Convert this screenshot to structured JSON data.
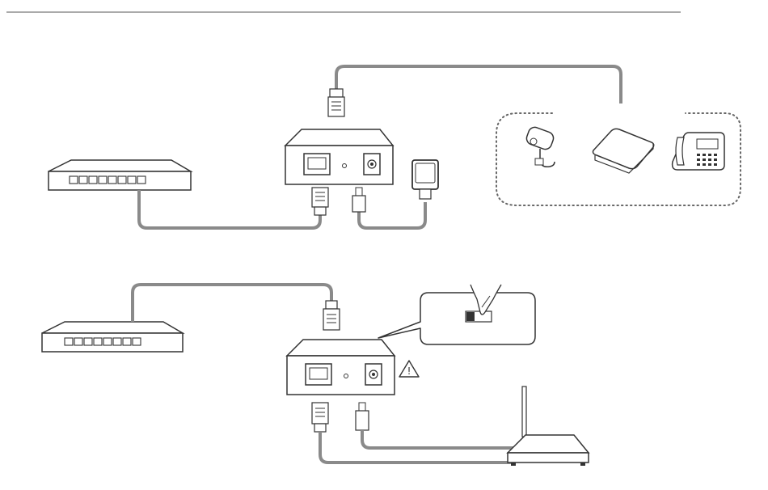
{
  "diagram": {
    "top_scenario": {
      "devices": [
        "switch",
        "poe-injector",
        "power-adapter",
        "ip-camera",
        "access-point",
        "ip-phone"
      ]
    },
    "bottom_scenario": {
      "devices": [
        "switch",
        "poe-injector",
        "router"
      ],
      "warning_symbol": "!",
      "callout": "mode-switch"
    }
  },
  "colors": {
    "line": "#3a3a3a",
    "cable": "#8a8a8a",
    "device_fill": "#ffffff",
    "dotted": "#666666"
  },
  "icons": [
    "warning-triangle-icon",
    "hand-icon",
    "camera-icon",
    "access-point-icon",
    "phone-icon",
    "plug-icon",
    "rj45-connector-icon"
  ]
}
